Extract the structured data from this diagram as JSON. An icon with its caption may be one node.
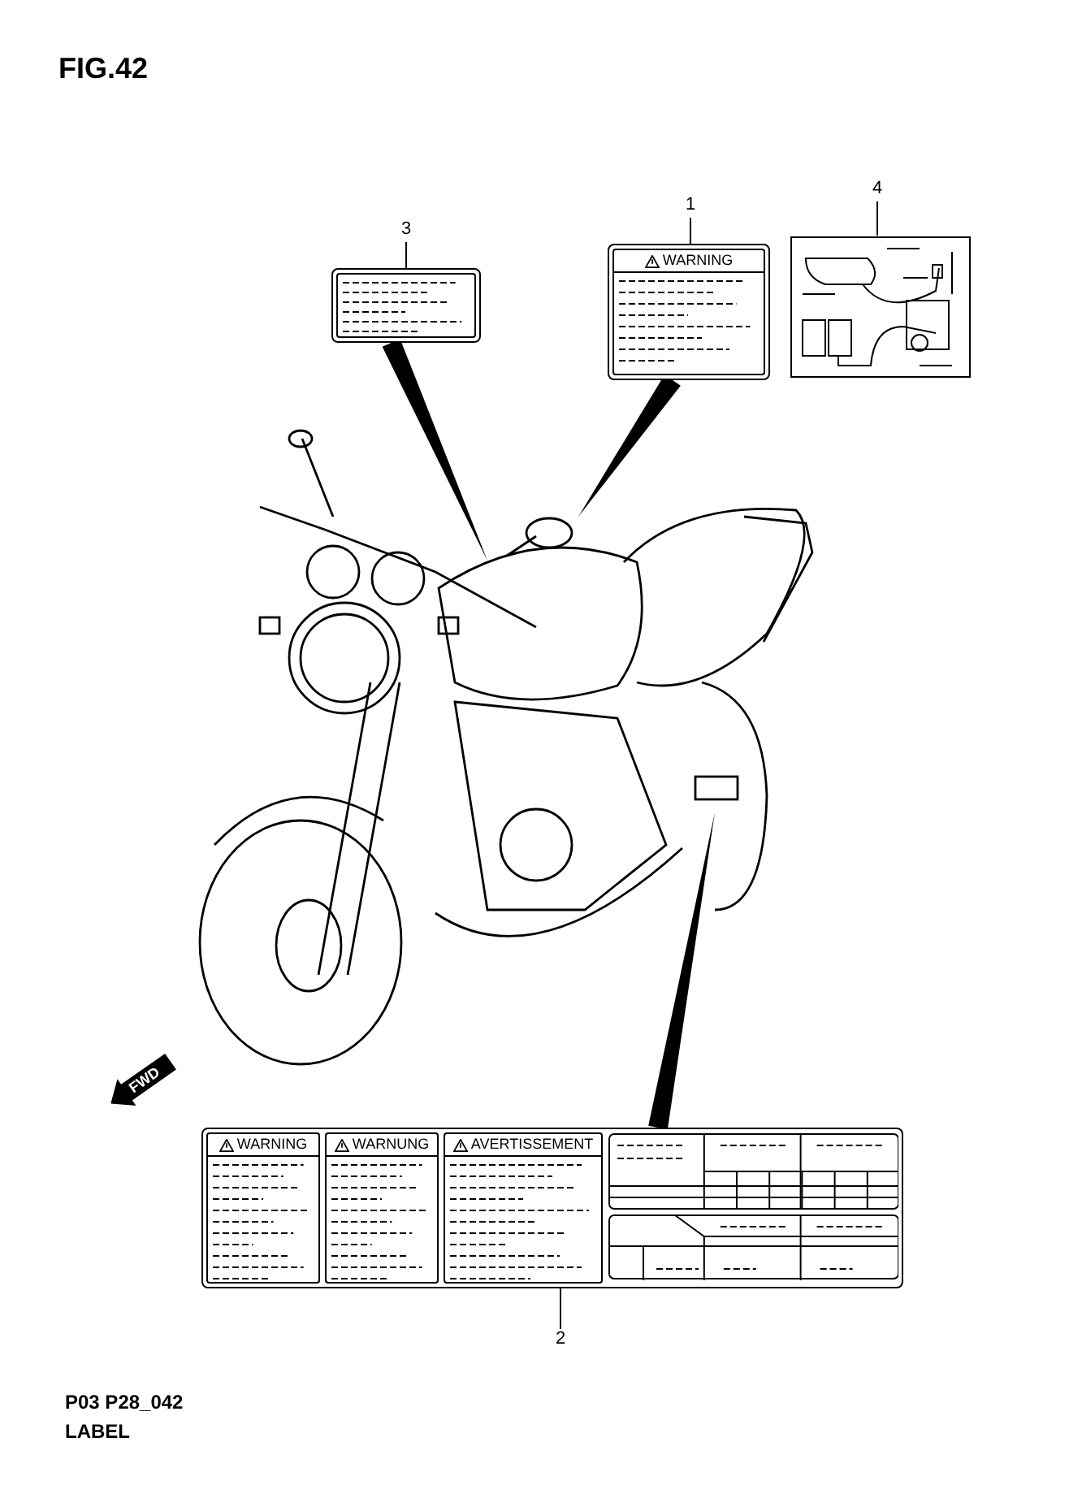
{
  "diagram": {
    "nodes": [
      {
        "text": [
          "1"
        ]
      },
      {
        "text": [
          "WARNING"
        ]
      },
      {
        "text": [
          "3"
        ]
      },
      {
        "text": [],
        "shape": "box"
      },
      {
        "text": [
          "4"
        ]
      },
      {
        "text": [],
        "shape": "picture"
      },
      {
        "text": [],
        "shape": "picture"
      },
      {
        "text": [
          "2"
        ]
      },
      {
        "text": [
          "WARNING",
          "WARNUNG",
          "AVERTISSEMENT"
        ]
      }
    ],
    "edges": [
      {
        "from": 0,
        "to": 1,
        "arrow": "none"
      },
      {
        "from": 2,
        "to": 3,
        "arrow": "none"
      },
      {
        "from": 4,
        "to": 5,
        "arrow": "none"
      },
      {
        "from": 7,
        "to": 8,
        "arrow": "none"
      },
      {
        "from": 3,
        "to": 6,
        "arrow": "none",
        "style": "thick"
      },
      {
        "from": 1,
        "to": 6,
        "arrow": "none",
        "style": "thick"
      },
      {
        "from": 8,
        "to": 6,
        "arrow": "none",
        "style": "thick"
      }
    ],
    "labels": [
      "FIG.42",
      "FWD",
      "P03 P28_042",
      "LABEL"
    ]
  }
}
